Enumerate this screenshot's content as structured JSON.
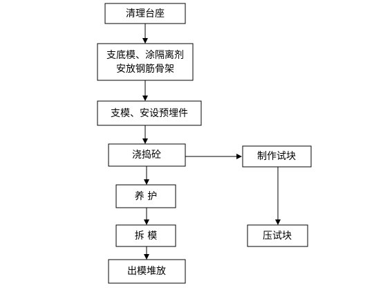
{
  "nodes": {
    "clean_bed": {
      "label": "清理台座"
    },
    "formwork_rebar": {
      "line1": "支底模、涂隔离剂",
      "line2": "安放钢筋骨架"
    },
    "side_form_embed": {
      "label": "支模、安设预埋件"
    },
    "pour_concrete": {
      "label": "浇捣砼"
    },
    "make_specimen": {
      "label": "制作试块"
    },
    "curing": {
      "label": "养  护"
    },
    "demold": {
      "label": "拆  模"
    },
    "stacking": {
      "label": "出模堆放"
    },
    "compression_test": {
      "label": "压试块"
    }
  }
}
